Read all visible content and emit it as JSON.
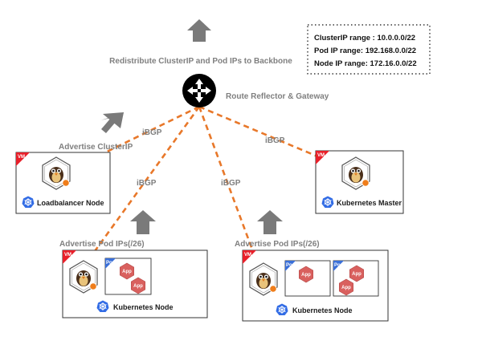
{
  "backbone": {
    "label": "Redistribute ClusterIP and Pod IPs to Backbone"
  },
  "reflector": {
    "label": "Route Reflector & Gateway"
  },
  "info_box": {
    "lines": [
      "ClusterIP range : 10.0.0.0/22",
      "Pod IP range: 192.168.0.0/22",
      "Node IP range: 172.16.0.0/22"
    ]
  },
  "session_label": "iBGP",
  "vm_tag": "VM",
  "pod_tag": "Pod",
  "app_label": "App",
  "lb_node": {
    "advertise": "Advertise ClusterIP",
    "name": "Loadbalancer Node"
  },
  "master": {
    "name": "Kubernetes Master"
  },
  "node_left": {
    "advertise": "Advertise Pod IPs(/26)",
    "name": "Kubernetes Node"
  },
  "node_right": {
    "advertise": "Advertise Pod IPs(/26)",
    "name": "Kubernetes Node"
  },
  "colors": {
    "arrow_gray": "#7a7a7a",
    "ibgp_orange": "#e8782a",
    "vm_red": "#e8202a",
    "pod_blue": "#3a6fd8",
    "app_hex": "#d9605e",
    "k8s_blue": "#326ce5"
  }
}
